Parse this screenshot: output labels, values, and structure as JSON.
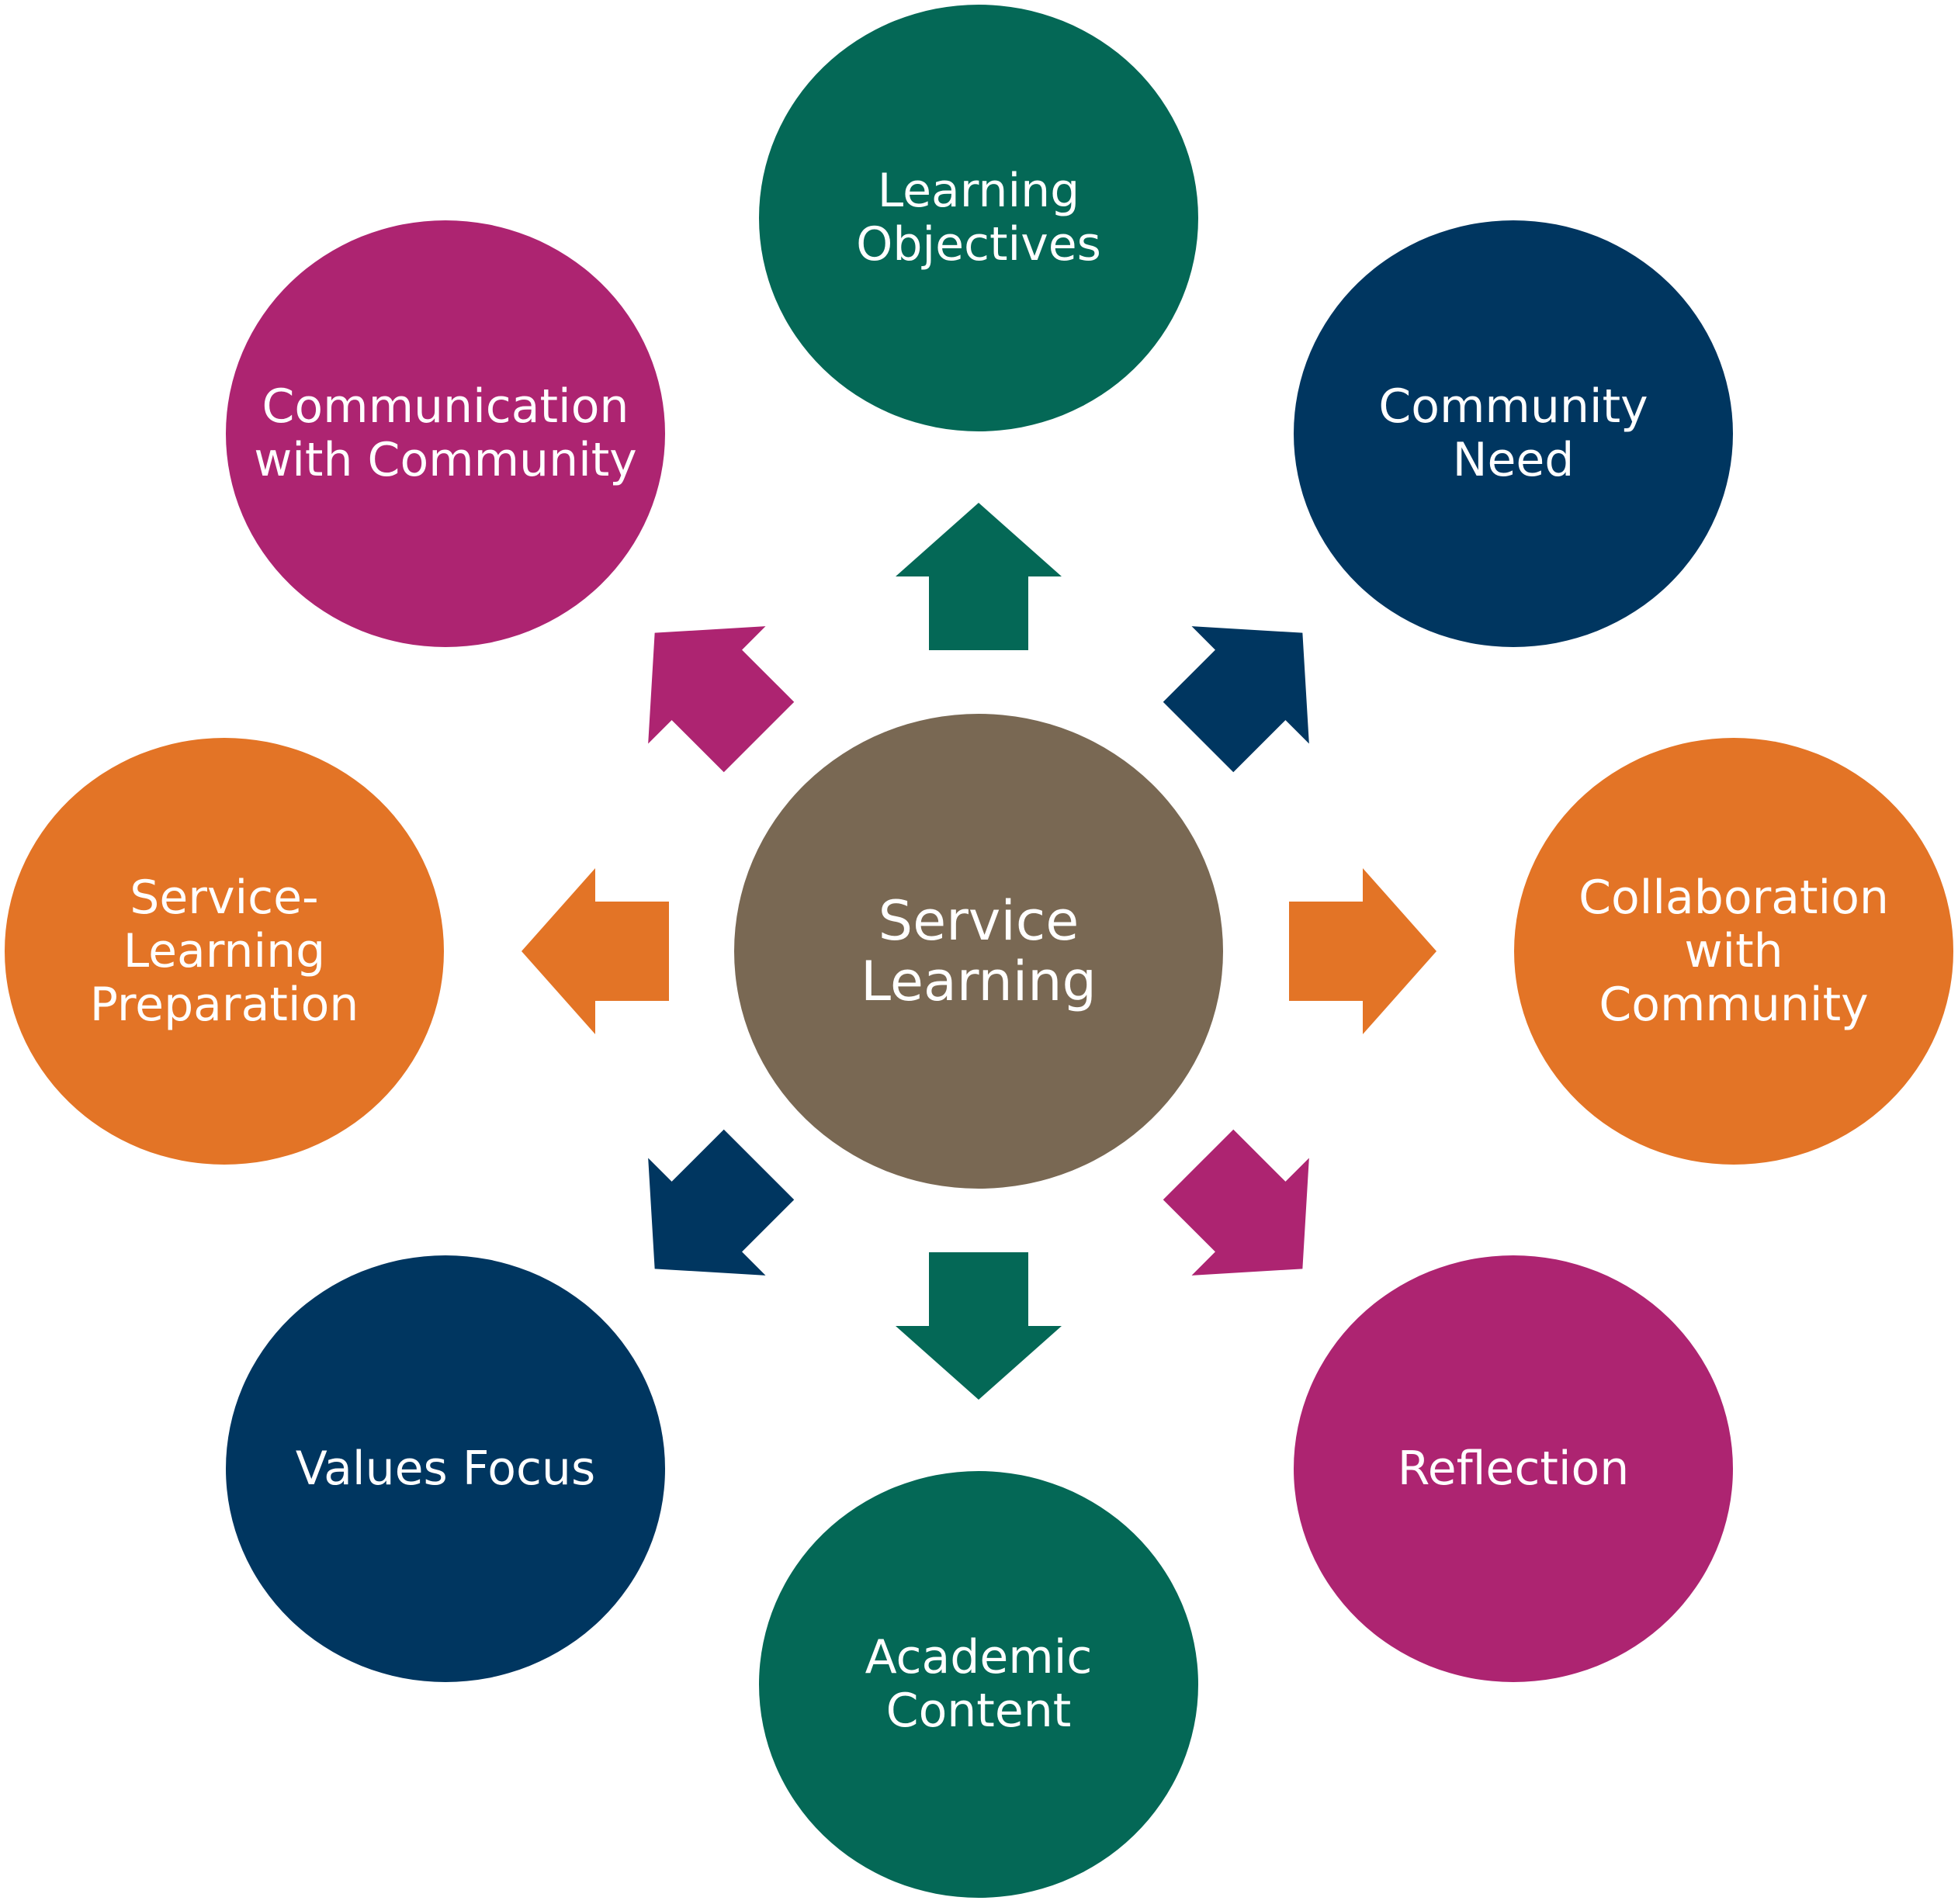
{
  "colors": {
    "green": "#046856",
    "navy": "#003660",
    "magenta": "#ad2471",
    "orange": "#e37426",
    "brown": "#796853"
  },
  "center": {
    "label": "Service\nLearning",
    "color": "#796853"
  },
  "nodes": [
    {
      "label": "Learning\nObjectives",
      "color": "#046856"
    },
    {
      "label": "Community\nNeed",
      "color": "#003660"
    },
    {
      "label": "Collaboration\nwith\nCommunity",
      "color": "#e37426"
    },
    {
      "label": "Reflection",
      "color": "#ad2471"
    },
    {
      "label": "Academic\nContent",
      "color": "#046856"
    },
    {
      "label": "Values Focus",
      "color": "#003660"
    },
    {
      "label": "Service-\nLearning\nPreparation",
      "color": "#e37426"
    },
    {
      "label": "Communication\nwith Community",
      "color": "#ad2471"
    }
  ]
}
